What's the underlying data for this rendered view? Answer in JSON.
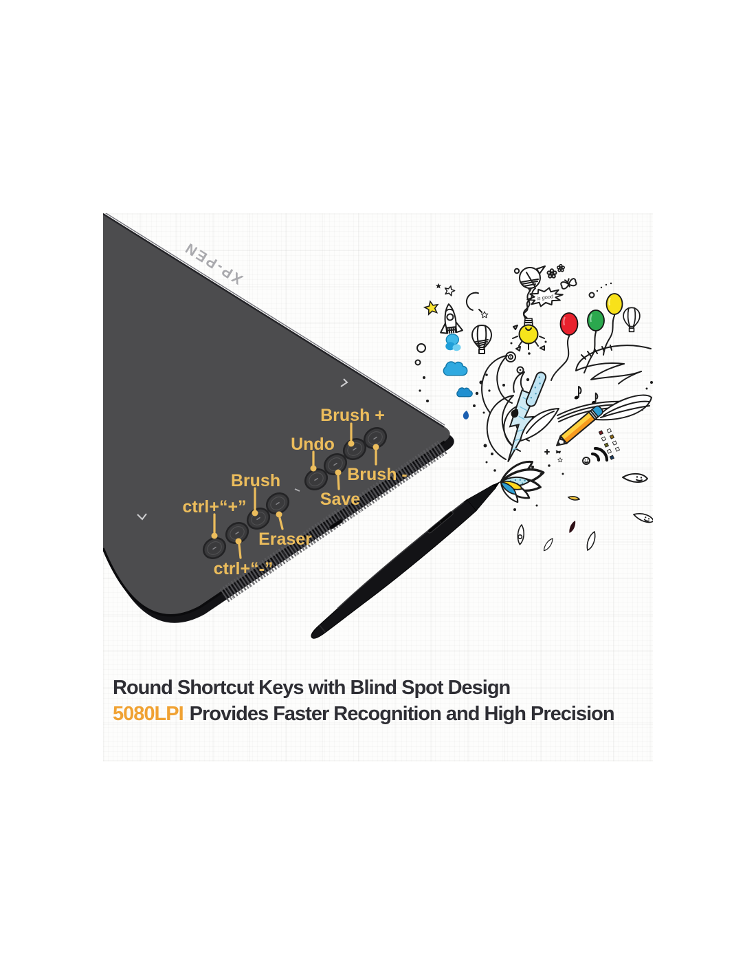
{
  "photo": {
    "brand_logo": "XP-PEN",
    "shortcut_labels": {
      "brush_plus": "Brush +",
      "undo": "Undo",
      "brush_minus": "Brush -",
      "save": "Save",
      "brush": "Brush",
      "ctrl_plus": "ctrl+“+”",
      "eraser": "Eraser",
      "ctrl_minus": "ctrl+“-”"
    },
    "doodles": {
      "bubble_text": "is good"
    }
  },
  "caption": {
    "line1": "Round Shortcut Keys with Blind Spot Design",
    "highlight": "5080LPI",
    "line2_rest": "Provides Faster Recognition and High Precision"
  },
  "colors": {
    "label_yellow": "#ecbd5c",
    "caption_dark": "#2e2e34",
    "caption_orange": "#f0a233",
    "tablet_gray": "#4c4c4e",
    "tablet_rim": "#131316",
    "balloon_red": "#e8212d",
    "balloon_green": "#2ba84e",
    "balloon_yellow": "#f8e11a",
    "doodle_blue": "#29abe2"
  }
}
